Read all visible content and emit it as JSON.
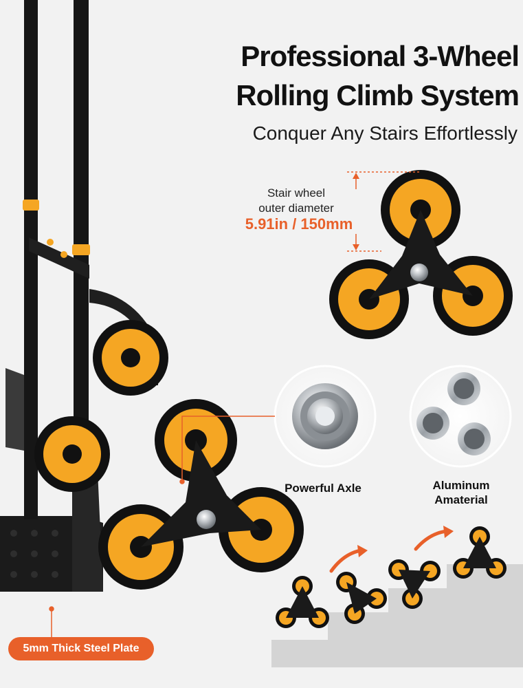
{
  "headline": {
    "line1": "Professional 3-Wheel",
    "line2": "Rolling Climb System",
    "subtitle": "Conquer Any Stairs Effortlessly"
  },
  "dimension": {
    "label_line1": "Stair wheel",
    "label_line2": "outer diameter",
    "value": "5.91in / 150mm"
  },
  "features": {
    "axle_label": "Powerful Axle",
    "material_line1": "Aluminum",
    "material_line2": "Amaterial"
  },
  "plate_badge": "5mm Thick Steel Plate",
  "colors": {
    "accent": "#e8602a",
    "wheel_yellow": "#f5a623",
    "frame_black": "#1a1a1a"
  }
}
